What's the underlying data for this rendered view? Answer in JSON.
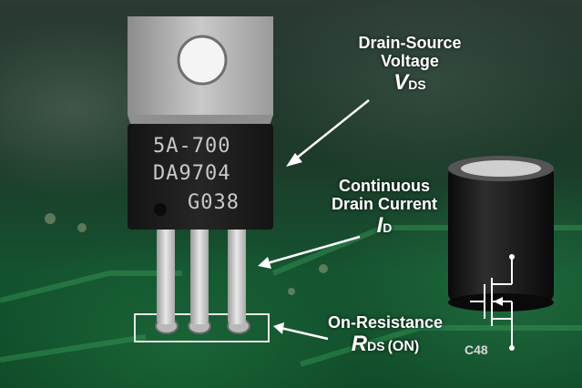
{
  "chip": {
    "line1": "5A-700",
    "line2": "DA9704",
    "line3": "G038"
  },
  "silkscreen": {
    "capacitor_ref": "C48"
  },
  "annotations": {
    "vds": {
      "line1": "Drain-Source",
      "line2": "Voltage",
      "symbol": "V",
      "sub": "DS"
    },
    "id": {
      "line1": "Continuous",
      "line2": "Drain Current",
      "symbol": "I",
      "sub": "D"
    },
    "rds": {
      "line1": "On-Resistance",
      "symbol": "R",
      "sub": "DS",
      "suffix": "(ON)"
    }
  },
  "icons": [
    "mosfet-schematic-icon",
    "arrow-icon"
  ]
}
